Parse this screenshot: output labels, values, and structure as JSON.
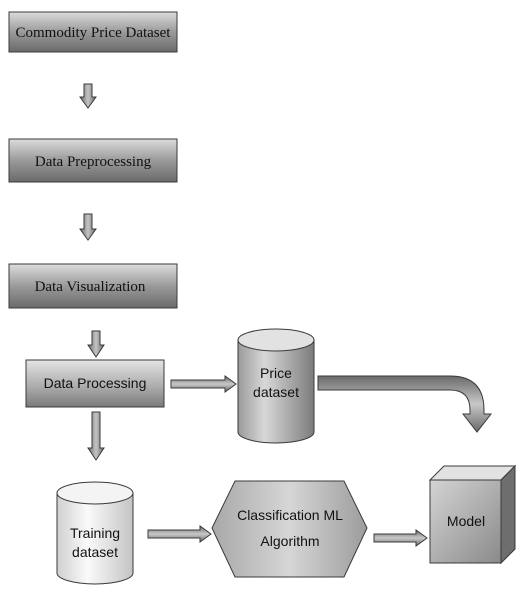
{
  "nodes": {
    "commodity": "Commodity Price Dataset",
    "preprocessing": "Data Preprocessing",
    "visualization": "Data Visualization",
    "processing": "Data Processing",
    "price_line1": "Price",
    "price_line2": "dataset",
    "training_line1": "Training",
    "training_line2": "dataset",
    "classification_line1": "Classification ML",
    "classification_line2": "Algorithm",
    "model": "Model"
  },
  "colors": {
    "box_dark": "#6f6f6f",
    "box_light": "#d4d4d4",
    "arrow": "#8a8a8a",
    "outline": "#3a3a3a"
  }
}
